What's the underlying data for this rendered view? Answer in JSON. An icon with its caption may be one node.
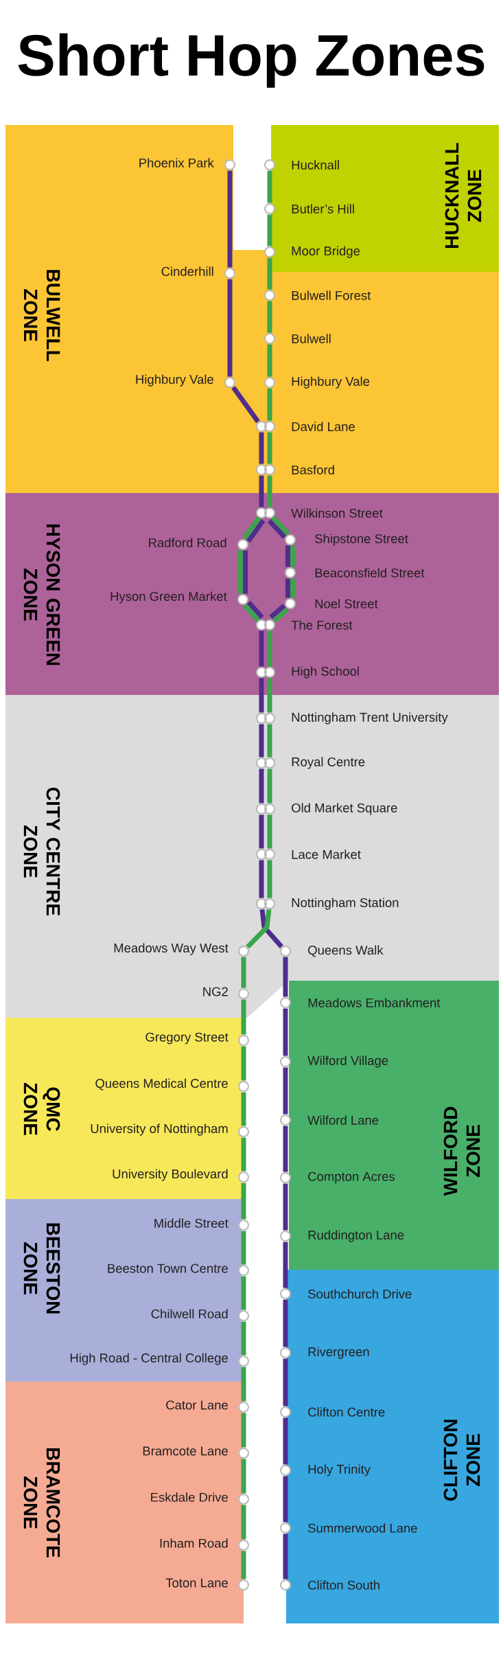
{
  "diagram": {
    "title": "Short Hop Zones",
    "nodes": [
      {
        "text": [
          "BULWELL ZONE"
        ]
      },
      {
        "text": [
          "Phoenix Park"
        ],
        "in": 0
      },
      {
        "text": [
          "Cinderhill"
        ],
        "in": 0
      },
      {
        "text": [
          "Highbury Vale"
        ],
        "in": 0
      },
      {
        "text": [
          "Bulwell Forest"
        ],
        "in": 0
      },
      {
        "text": [
          "Bulwell"
        ],
        "in": 0
      },
      {
        "text": [
          "Highbury Vale"
        ],
        "in": 0
      },
      {
        "text": [
          "David Lane"
        ],
        "in": 0
      },
      {
        "text": [
          "Basford"
        ],
        "in": 0
      },
      {
        "text": [
          "HUCKNALL ZONE"
        ]
      },
      {
        "text": [
          "Hucknall"
        ],
        "in": 9
      },
      {
        "text": [
          "Butler’s Hill"
        ],
        "in": 9
      },
      {
        "text": [
          "Moor Bridge"
        ],
        "in": 9
      },
      {
        "text": [
          "HYSON GREEN ZONE"
        ]
      },
      {
        "text": [
          "Wilkinson Street"
        ],
        "in": 13
      },
      {
        "text": [
          "Radford Road"
        ],
        "in": 13
      },
      {
        "text": [
          "Shipstone Street"
        ],
        "in": 13
      },
      {
        "text": [
          "Beaconsfield Street"
        ],
        "in": 13
      },
      {
        "text": [
          "Hyson Green Market"
        ],
        "in": 13
      },
      {
        "text": [
          "Noel Street"
        ],
        "in": 13
      },
      {
        "text": [
          "The Forest"
        ],
        "in": 13
      },
      {
        "text": [
          "High School"
        ],
        "in": 13
      },
      {
        "text": [
          "CITY CENTRE ZONE"
        ]
      },
      {
        "text": [
          "Nottingham Trent University"
        ],
        "in": 22
      },
      {
        "text": [
          "Royal Centre"
        ],
        "in": 22
      },
      {
        "text": [
          "Old Market Square"
        ],
        "in": 22
      },
      {
        "text": [
          "Lace Market"
        ],
        "in": 22
      },
      {
        "text": [
          "Nottingham Station"
        ],
        "in": 22
      },
      {
        "text": [
          "Meadows Way West"
        ],
        "in": 22
      },
      {
        "text": [
          "Queens Walk"
        ],
        "in": 22
      },
      {
        "text": [
          "NG2"
        ],
        "in": 22
      },
      {
        "text": [
          "WILFORD ZONE"
        ]
      },
      {
        "text": [
          "Meadows Embankment"
        ],
        "in": 31
      },
      {
        "text": [
          "Wilford Village"
        ],
        "in": 31
      },
      {
        "text": [
          "Wilford Lane"
        ],
        "in": 31
      },
      {
        "text": [
          "Compton Acres"
        ],
        "in": 31
      },
      {
        "text": [
          "Ruddington Lane"
        ],
        "in": 31
      },
      {
        "text": [
          "QMC ZONE"
        ]
      },
      {
        "text": [
          "Gregory Street"
        ],
        "in": 37
      },
      {
        "text": [
          "Queens Medical Centre"
        ],
        "in": 37
      },
      {
        "text": [
          "University of Nottingham"
        ],
        "in": 37
      },
      {
        "text": [
          "University Boulevard"
        ],
        "in": 37
      },
      {
        "text": [
          "BEESTON ZONE"
        ]
      },
      {
        "text": [
          "Middle Street"
        ],
        "in": 42
      },
      {
        "text": [
          "Beeston Town Centre"
        ],
        "in": 42
      },
      {
        "text": [
          "Chilwell Road"
        ],
        "in": 42
      },
      {
        "text": [
          "High Road - Central College"
        ],
        "in": 42
      },
      {
        "text": [
          "CLIFTON ZONE"
        ]
      },
      {
        "text": [
          "Southchurch Drive"
        ],
        "in": 47
      },
      {
        "text": [
          "Rivergreen"
        ],
        "in": 47
      },
      {
        "text": [
          "Clifton Centre"
        ],
        "in": 47
      },
      {
        "text": [
          "Holy Trinity"
        ],
        "in": 47
      },
      {
        "text": [
          "Summerwood Lane"
        ],
        "in": 47
      },
      {
        "text": [
          "Clifton South"
        ],
        "in": 47
      },
      {
        "text": [
          "BRAMCOTE ZONE"
        ]
      },
      {
        "text": [
          "Cator Lane"
        ],
        "in": 54
      },
      {
        "text": [
          "Bramcote Lane"
        ],
        "in": 54
      },
      {
        "text": [
          "Eskdale Drive"
        ],
        "in": 54
      },
      {
        "text": [
          "Inham Road"
        ],
        "in": 54
      },
      {
        "text": [
          "Toton Lane"
        ],
        "in": 54
      }
    ],
    "edges": [
      {
        "from": 1,
        "to": 2,
        "arrow": "none",
        "color": "#4f2d8c"
      },
      {
        "from": 2,
        "to": 3,
        "arrow": "none",
        "color": "#4f2d8c"
      },
      {
        "from": 3,
        "to": 7,
        "arrow": "none",
        "color": "#4f2d8c"
      },
      {
        "from": 7,
        "to": 8,
        "arrow": "none",
        "color": "#4f2d8c"
      },
      {
        "from": 8,
        "to": 14,
        "arrow": "none",
        "color": "#4f2d8c"
      },
      {
        "from": 14,
        "to": 15,
        "arrow": "none",
        "color": "#4f2d8c"
      },
      {
        "from": 15,
        "to": 18,
        "arrow": "none",
        "color": "#4f2d8c"
      },
      {
        "from": 18,
        "to": 20,
        "arrow": "none",
        "color": "#4f2d8c"
      },
      {
        "from": 14,
        "to": 16,
        "arrow": "none",
        "color": "#4f2d8c"
      },
      {
        "from": 16,
        "to": 17,
        "arrow": "none",
        "color": "#4f2d8c"
      },
      {
        "from": 17,
        "to": 19,
        "arrow": "none",
        "color": "#4f2d8c"
      },
      {
        "from": 19,
        "to": 20,
        "arrow": "none",
        "color": "#4f2d8c"
      },
      {
        "from": 20,
        "to": 21,
        "arrow": "none",
        "color": "#4f2d8c"
      },
      {
        "from": 21,
        "to": 23,
        "arrow": "none",
        "color": "#4f2d8c"
      },
      {
        "from": 23,
        "to": 24,
        "arrow": "none",
        "color": "#4f2d8c"
      },
      {
        "from": 24,
        "to": 25,
        "arrow": "none",
        "color": "#4f2d8c"
      },
      {
        "from": 25,
        "to": 26,
        "arrow": "none",
        "color": "#4f2d8c"
      },
      {
        "from": 26,
        "to": 27,
        "arrow": "none",
        "color": "#4f2d8c"
      },
      {
        "from": 27,
        "to": 29,
        "arrow": "none",
        "color": "#4f2d8c"
      },
      {
        "from": 29,
        "to": 32,
        "arrow": "none",
        "color": "#4f2d8c"
      },
      {
        "from": 32,
        "to": 33,
        "arrow": "none",
        "color": "#4f2d8c"
      },
      {
        "from": 33,
        "to": 34,
        "arrow": "none",
        "color": "#4f2d8c"
      },
      {
        "from": 34,
        "to": 35,
        "arrow": "none",
        "color": "#4f2d8c"
      },
      {
        "from": 35,
        "to": 36,
        "arrow": "none",
        "color": "#4f2d8c"
      },
      {
        "from": 36,
        "to": 48,
        "arrow": "none",
        "color": "#4f2d8c"
      },
      {
        "from": 48,
        "to": 49,
        "arrow": "none",
        "color": "#4f2d8c"
      },
      {
        "from": 49,
        "to": 50,
        "arrow": "none",
        "color": "#4f2d8c"
      },
      {
        "from": 50,
        "to": 51,
        "arrow": "none",
        "color": "#4f2d8c"
      },
      {
        "from": 51,
        "to": 52,
        "arrow": "none",
        "color": "#4f2d8c"
      },
      {
        "from": 52,
        "to": 53,
        "arrow": "none",
        "color": "#4f2d8c"
      },
      {
        "from": 10,
        "to": 11,
        "arrow": "none",
        "color": "#3aa54a"
      },
      {
        "from": 11,
        "to": 12,
        "arrow": "none",
        "color": "#3aa54a"
      },
      {
        "from": 12,
        "to": 4,
        "arrow": "none",
        "color": "#3aa54a"
      },
      {
        "from": 4,
        "to": 5,
        "arrow": "none",
        "color": "#3aa54a"
      },
      {
        "from": 5,
        "to": 6,
        "arrow": "none",
        "color": "#3aa54a"
      },
      {
        "from": 6,
        "to": 7,
        "arrow": "none",
        "color": "#3aa54a"
      },
      {
        "from": 7,
        "to": 8,
        "arrow": "none",
        "color": "#3aa54a"
      },
      {
        "from": 8,
        "to": 14,
        "arrow": "none",
        "color": "#3aa54a"
      },
      {
        "from": 14,
        "to": 15,
        "arrow": "none",
        "color": "#3aa54a"
      },
      {
        "from": 15,
        "to": 18,
        "arrow": "none",
        "color": "#3aa54a"
      },
      {
        "from": 18,
        "to": 20,
        "arrow": "none",
        "color": "#3aa54a"
      },
      {
        "from": 14,
        "to": 16,
        "arrow": "none",
        "color": "#3aa54a"
      },
      {
        "from": 16,
        "to": 17,
        "arrow": "none",
        "color": "#3aa54a"
      },
      {
        "from": 17,
        "to": 19,
        "arrow": "none",
        "color": "#3aa54a"
      },
      {
        "from": 19,
        "to": 20,
        "arrow": "none",
        "color": "#3aa54a"
      },
      {
        "from": 20,
        "to": 21,
        "arrow": "none",
        "color": "#3aa54a"
      },
      {
        "from": 21,
        "to": 23,
        "arrow": "none",
        "color": "#3aa54a"
      },
      {
        "from": 23,
        "to": 24,
        "arrow": "none",
        "color": "#3aa54a"
      },
      {
        "from": 24,
        "to": 25,
        "arrow": "none",
        "color": "#3aa54a"
      },
      {
        "from": 25,
        "to": 26,
        "arrow": "none",
        "color": "#3aa54a"
      },
      {
        "from": 26,
        "to": 27,
        "arrow": "none",
        "color": "#3aa54a"
      },
      {
        "from": 27,
        "to": 28,
        "arrow": "none",
        "color": "#3aa54a"
      },
      {
        "from": 28,
        "to": 30,
        "arrow": "none",
        "color": "#3aa54a"
      },
      {
        "from": 30,
        "to": 38,
        "arrow": "none",
        "color": "#3aa54a"
      },
      {
        "from": 38,
        "to": 39,
        "arrow": "none",
        "color": "#3aa54a"
      },
      {
        "from": 39,
        "to": 40,
        "arrow": "none",
        "color": "#3aa54a"
      },
      {
        "from": 40,
        "to": 41,
        "arrow": "none",
        "color": "#3aa54a"
      },
      {
        "from": 41,
        "to": 43,
        "arrow": "none",
        "color": "#3aa54a"
      },
      {
        "from": 43,
        "to": 44,
        "arrow": "none",
        "color": "#3aa54a"
      },
      {
        "from": 44,
        "to": 45,
        "arrow": "none",
        "color": "#3aa54a"
      },
      {
        "from": 45,
        "to": 46,
        "arrow": "none",
        "color": "#3aa54a"
      },
      {
        "from": 46,
        "to": 55,
        "arrow": "none",
        "color": "#3aa54a"
      },
      {
        "from": 55,
        "to": 56,
        "arrow": "none",
        "color": "#3aa54a"
      },
      {
        "from": 56,
        "to": 57,
        "arrow": "none",
        "color": "#3aa54a"
      },
      {
        "from": 57,
        "to": 58,
        "arrow": "none",
        "color": "#3aa54a"
      },
      {
        "from": 58,
        "to": 59,
        "arrow": "none",
        "color": "#3aa54a"
      }
    ]
  }
}
